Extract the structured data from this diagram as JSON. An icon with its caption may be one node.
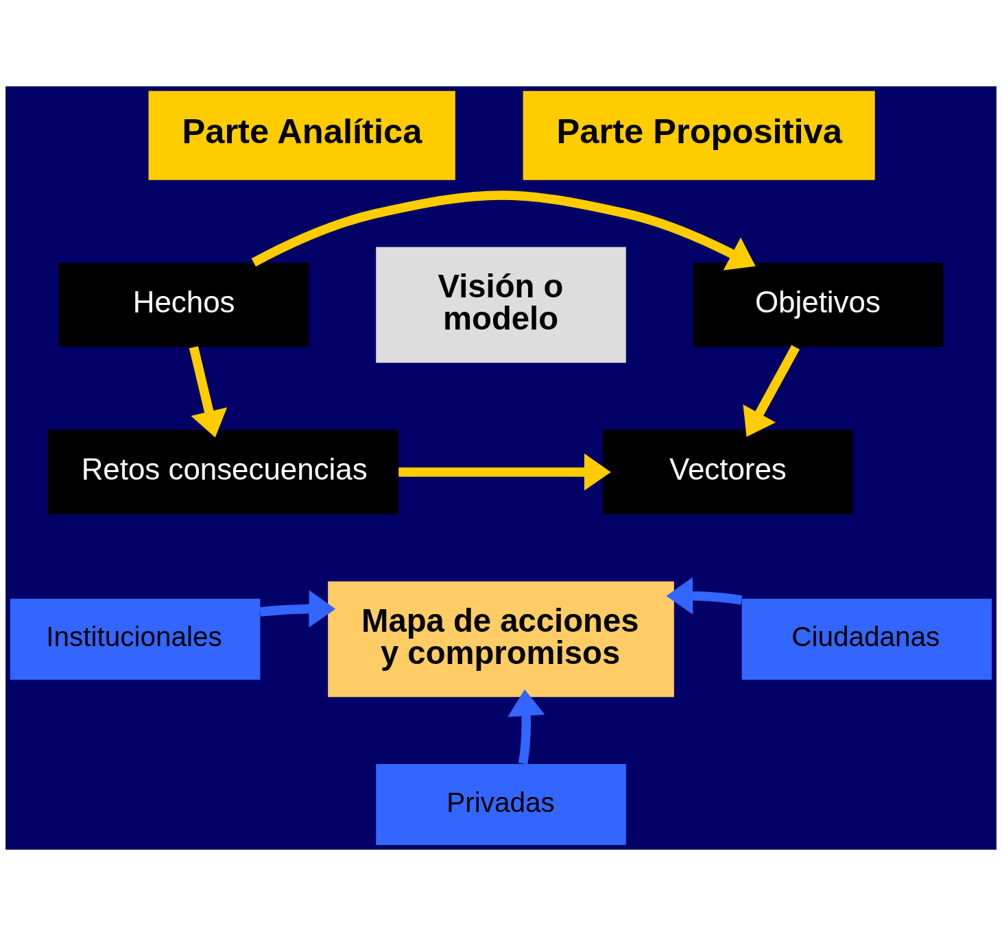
{
  "diagram": {
    "nodes": [
      {
        "text": [
          "Parte Analítica"
        ]
      },
      {
        "text": [
          "Parte Propositiva"
        ]
      },
      {
        "text": [
          "Hechos"
        ]
      },
      {
        "text": [
          "Retos consecuencias"
        ]
      },
      {
        "text": [
          "Visión o modelo"
        ]
      },
      {
        "text": [
          "Objetivos"
        ]
      },
      {
        "text": [
          "Vectores"
        ]
      },
      {
        "text": [
          "Mapa de acciones y compromisos"
        ]
      },
      {
        "text": [
          "Institucionales"
        ]
      },
      {
        "text": [
          "Privadas"
        ]
      },
      {
        "text": [
          "Ciudadanas"
        ]
      }
    ],
    "edges": [
      {
        "from": 2,
        "to": 3,
        "arrow": "to"
      },
      {
        "from": 5,
        "to": 6,
        "arrow": "to"
      },
      {
        "from": 2,
        "to": 5,
        "arrow": "to"
      },
      {
        "from": 3,
        "to": 6,
        "arrow": "to"
      },
      {
        "from": 8,
        "to": 7,
        "arrow": "to",
        "color": "#3366ff"
      },
      {
        "from": 10,
        "to": 7,
        "arrow": "to",
        "color": "#3366ff"
      },
      {
        "from": 9,
        "to": 7,
        "arrow": "to",
        "color": "#3366ff"
      }
    ]
  }
}
